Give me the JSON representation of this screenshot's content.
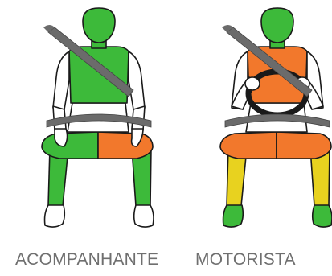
{
  "figures": [
    {
      "id": "passenger",
      "label": "ACOMPANHANTE",
      "zones": {
        "head": "green",
        "torso": "green",
        "upper_arms": "white",
        "forearms": "white",
        "thigh_left": "green",
        "thigh_right": "orange",
        "shin_left": "green",
        "shin_right": "green",
        "feet": "white"
      },
      "has_steering_wheel": false
    },
    {
      "id": "driver",
      "label": "MOTORISTA",
      "zones": {
        "head": "green",
        "torso": "orange",
        "upper_arms": "white",
        "forearms": "white",
        "thigh_left": "orange",
        "thigh_right": "orange",
        "shin_left": "yellow",
        "shin_right": "yellow",
        "feet": "green"
      },
      "has_steering_wheel": true
    }
  ],
  "colors": {
    "green": "#3dba3a",
    "orange": "#f2782c",
    "yellow": "#e8d21f",
    "white": "#ffffff",
    "outline": "#1a1a1a",
    "belt": "#6b6b6b",
    "caption": "#6f6f6f"
  }
}
